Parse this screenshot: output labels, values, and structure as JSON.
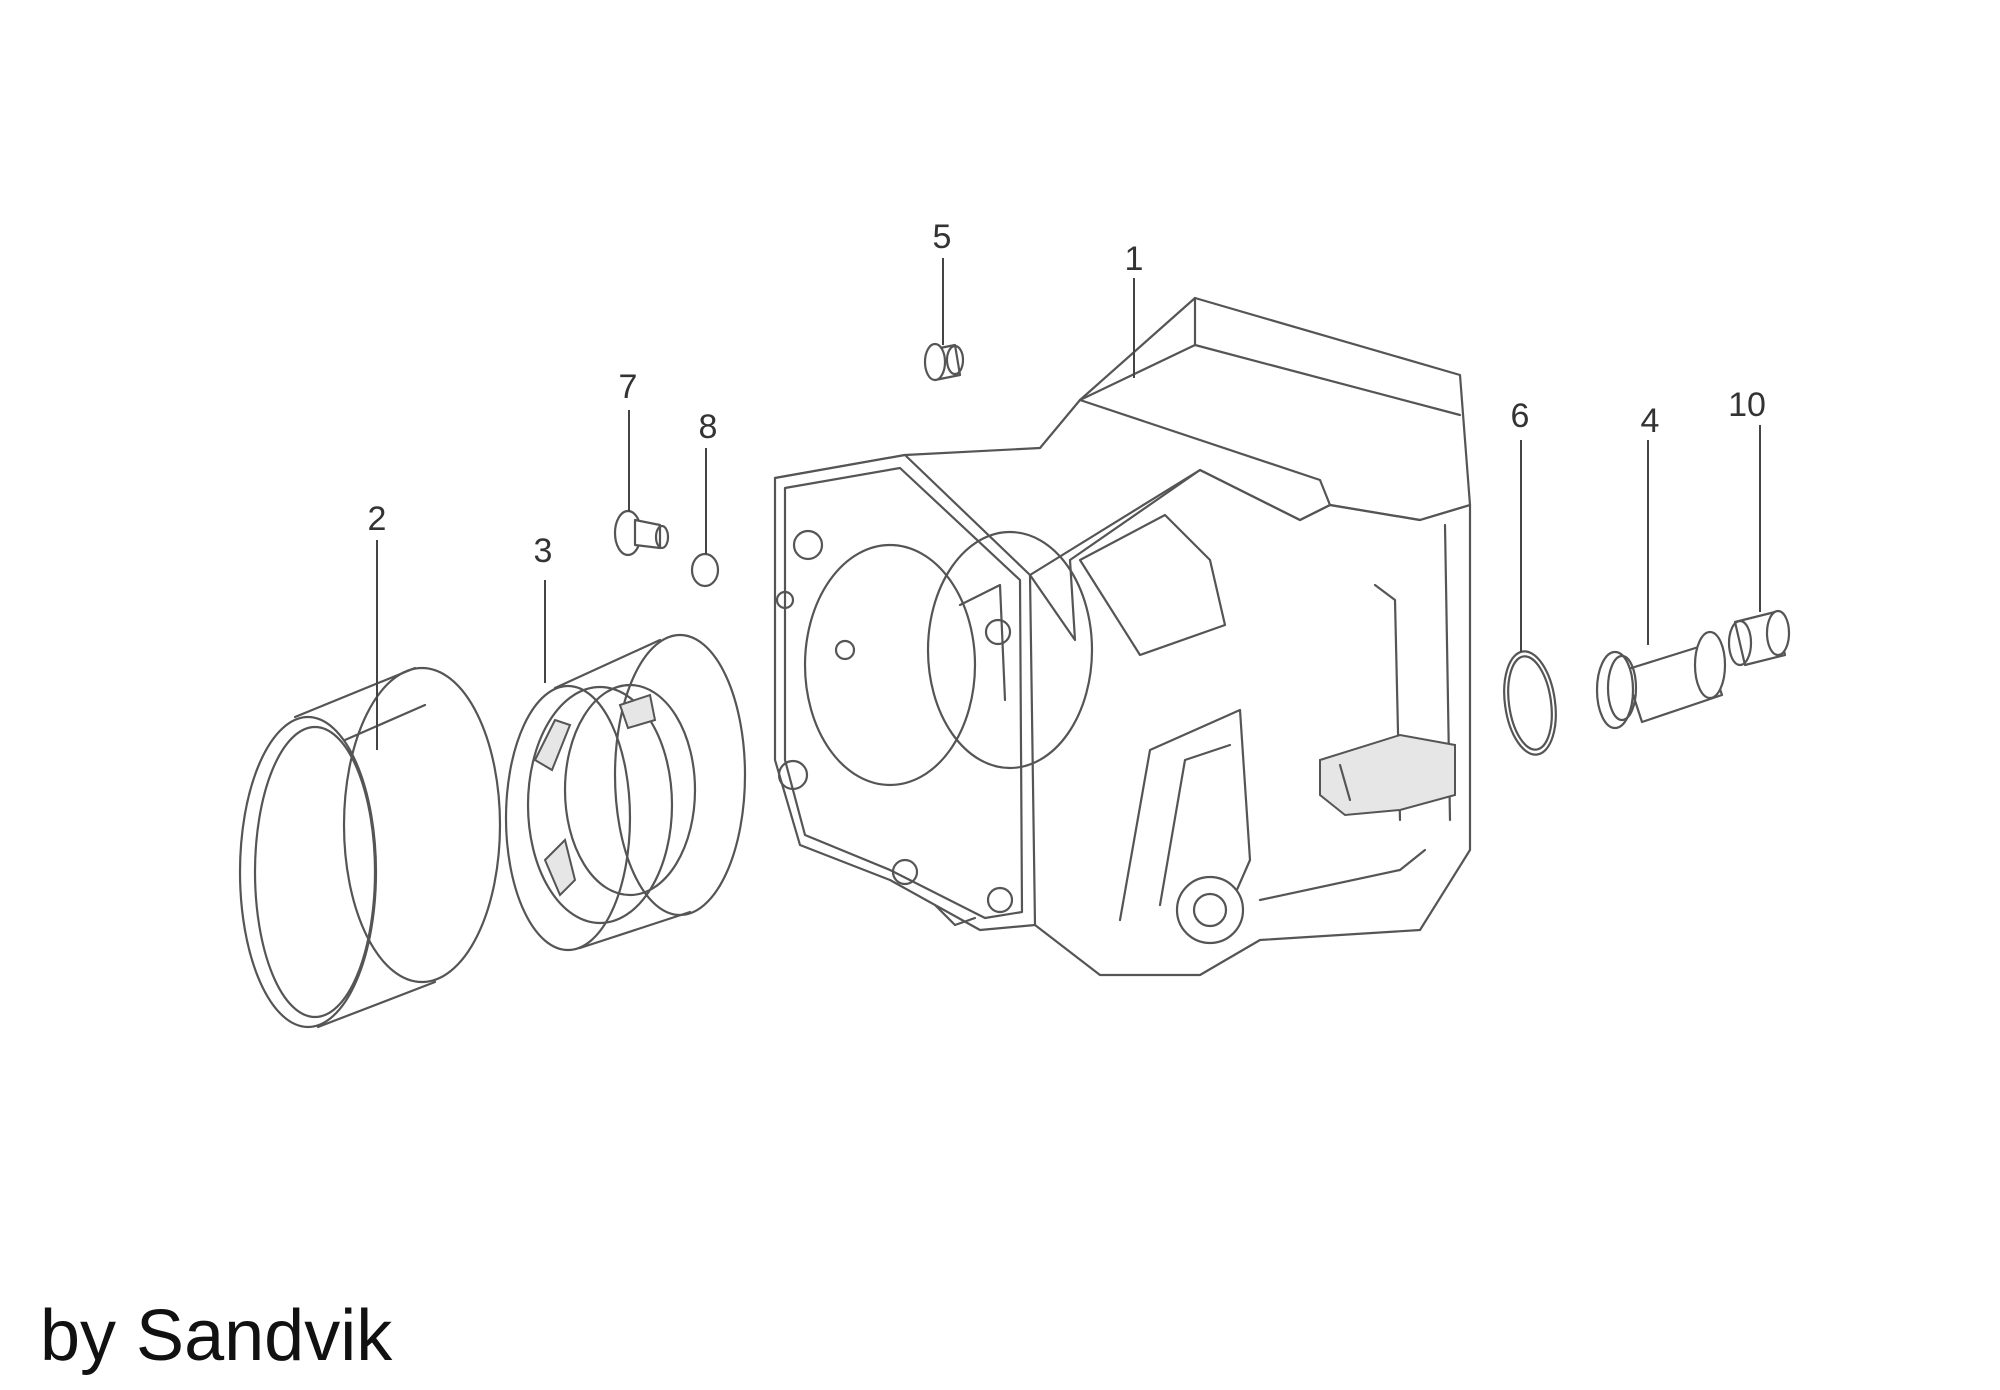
{
  "callouts": [
    {
      "id": "1",
      "label": "1"
    },
    {
      "id": "2",
      "label": "2"
    },
    {
      "id": "3",
      "label": "3"
    },
    {
      "id": "4",
      "label": "4"
    },
    {
      "id": "5",
      "label": "5"
    },
    {
      "id": "6",
      "label": "6"
    },
    {
      "id": "7",
      "label": "7"
    },
    {
      "id": "8",
      "label": "8"
    },
    {
      "id": "10",
      "label": "10"
    }
  ],
  "credit": "by Sandvik"
}
